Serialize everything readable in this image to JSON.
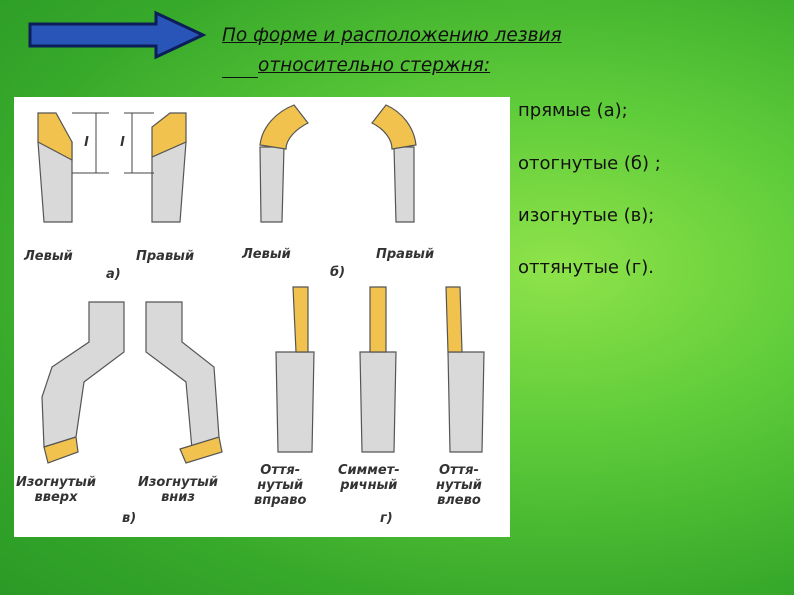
{
  "heading": {
    "line1": "По форме и расположению лезвия",
    "line2": "относительно стержня:"
  },
  "colors": {
    "arrow_fill": "#2a55b8",
    "arrow_stroke": "#0b1e5a",
    "blade": "#f2c24e",
    "shank": "#d9d9d9",
    "background": "#5fcc3a"
  },
  "figure": {
    "row1": {
      "a_left": "Левый",
      "a_right": "Правый",
      "a_caption": "а)",
      "b_left": "Левый",
      "b_right": "Правый",
      "b_caption": "б)",
      "dim_l": "l"
    },
    "row2": {
      "up_line1": "Изогнутый",
      "up_line2": "вверх",
      "down_line1": "Изогнутый",
      "down_line2": "вниз",
      "v_caption": "в)",
      "right_line1": "Оття-",
      "right_line2": "нутый",
      "right_line3": "вправо",
      "sym_line1": "Симмет-",
      "sym_line2": "ричный",
      "g_caption": "г)",
      "left_line1": "Оття-",
      "left_line2": "нутый",
      "left_line3": "влево"
    }
  },
  "types": [
    "прямые (а);",
    "отогнутые (б) ;",
    "изогнутые (в);",
    "оттянутые (г)."
  ]
}
